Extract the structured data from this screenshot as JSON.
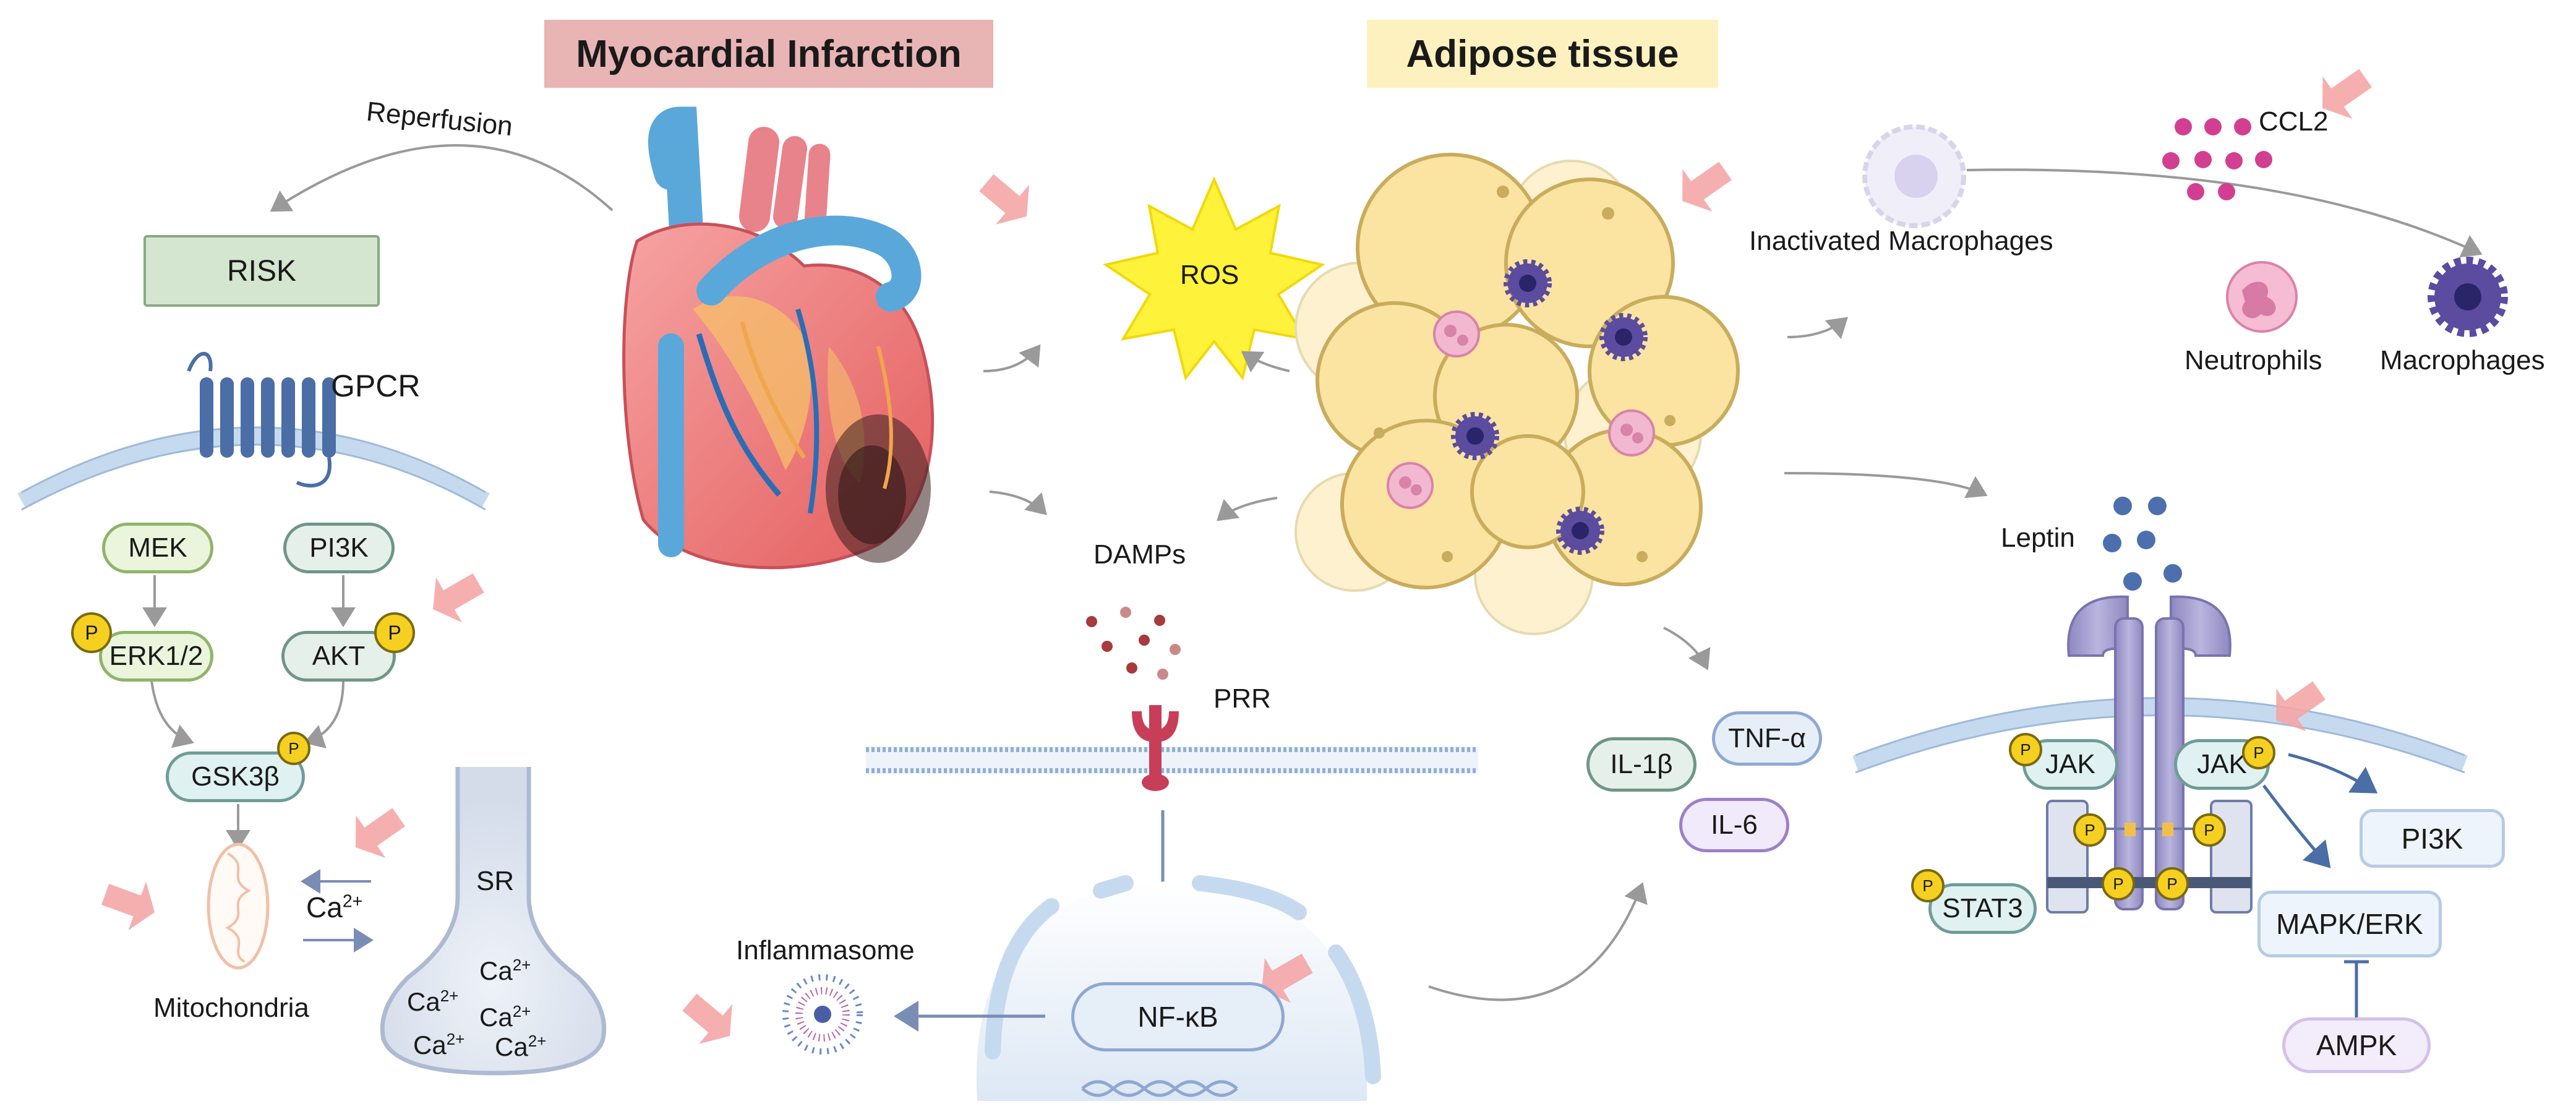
{
  "headers": {
    "mi": "Myocardial Infarction",
    "adipose": "Adipose tissue"
  },
  "labels": {
    "reperfusion": "Reperfusion",
    "risk": "RISK",
    "gpcr": "GPCR",
    "mek": "MEK",
    "pi3k_left": "PI3K",
    "erk12": "ERK1/2",
    "akt": "AKT",
    "gsk3b": "GSK3β",
    "ca": "Ca",
    "charge": "2+",
    "mitochondria": "Mitochondria",
    "sr": "SR",
    "ros": "ROS",
    "damps": "DAMPs",
    "prr": "PRR",
    "nfkb": "NF-κB",
    "inflammasome": "Inflammasome",
    "il1b": "IL-1β",
    "tnfa": "TNF-α",
    "il6": "IL-6",
    "inactivated_macrophages": "Inactivated Macrophages",
    "ccl2": "CCL2",
    "neutrophils": "Neutrophils",
    "macrophages": "Macrophages",
    "leptin": "Leptin",
    "jak": "JAK",
    "stat3": "STAT3",
    "pi3k_right": "PI3K",
    "mapk_erk": "MAPK/ERK",
    "ampk": "AMPK",
    "phospho": "P"
  },
  "colors": {
    "mi_header_bg": "#e8b4b4",
    "adipose_header_bg": "#fdf1bf",
    "risk_bg": "#d4e5d0",
    "risk_border": "#8aa884",
    "ros_star": "#fff23a",
    "membrane": "#c6daef",
    "adipocyte": "#fbe3a1",
    "adipocyte_edge": "#c9ac5c",
    "macrophage": "#5b4ca0",
    "neutrophil": "#e8a0c0",
    "phospho_yellow": "#f5d020",
    "arrow_grey": "#9a9a9a",
    "arrow_blue": "#4a6ea5",
    "pink_arrow": "#f4a6a6",
    "damp_red": "#a73a3a"
  }
}
